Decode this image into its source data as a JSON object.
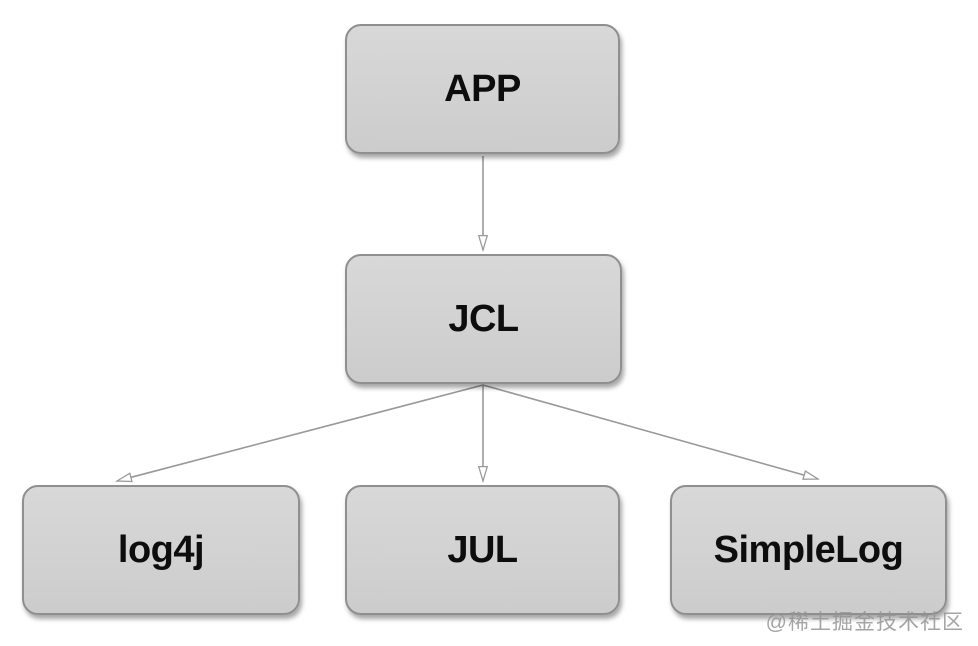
{
  "diagram": {
    "type": "flowchart",
    "nodes": [
      {
        "id": "app",
        "label": "APP"
      },
      {
        "id": "jcl",
        "label": "JCL"
      },
      {
        "id": "log4j",
        "label": "log4j"
      },
      {
        "id": "jul",
        "label": "JUL"
      },
      {
        "id": "simplelog",
        "label": "SimpleLog"
      }
    ],
    "edges": [
      {
        "from": "APP",
        "to": "JCL"
      },
      {
        "from": "JCL",
        "to": "log4j"
      },
      {
        "from": "JCL",
        "to": "JUL"
      },
      {
        "from": "JCL",
        "to": "SimpleLog"
      }
    ]
  },
  "watermark": {
    "text": "@稀土掘金技术社区"
  },
  "colors": {
    "background": "#ffffff",
    "node_fill": "#d3d3d3",
    "node_border": "#8f8f8f",
    "edge": "#999999",
    "label": "#0d0d0d",
    "watermark": "#949494"
  }
}
